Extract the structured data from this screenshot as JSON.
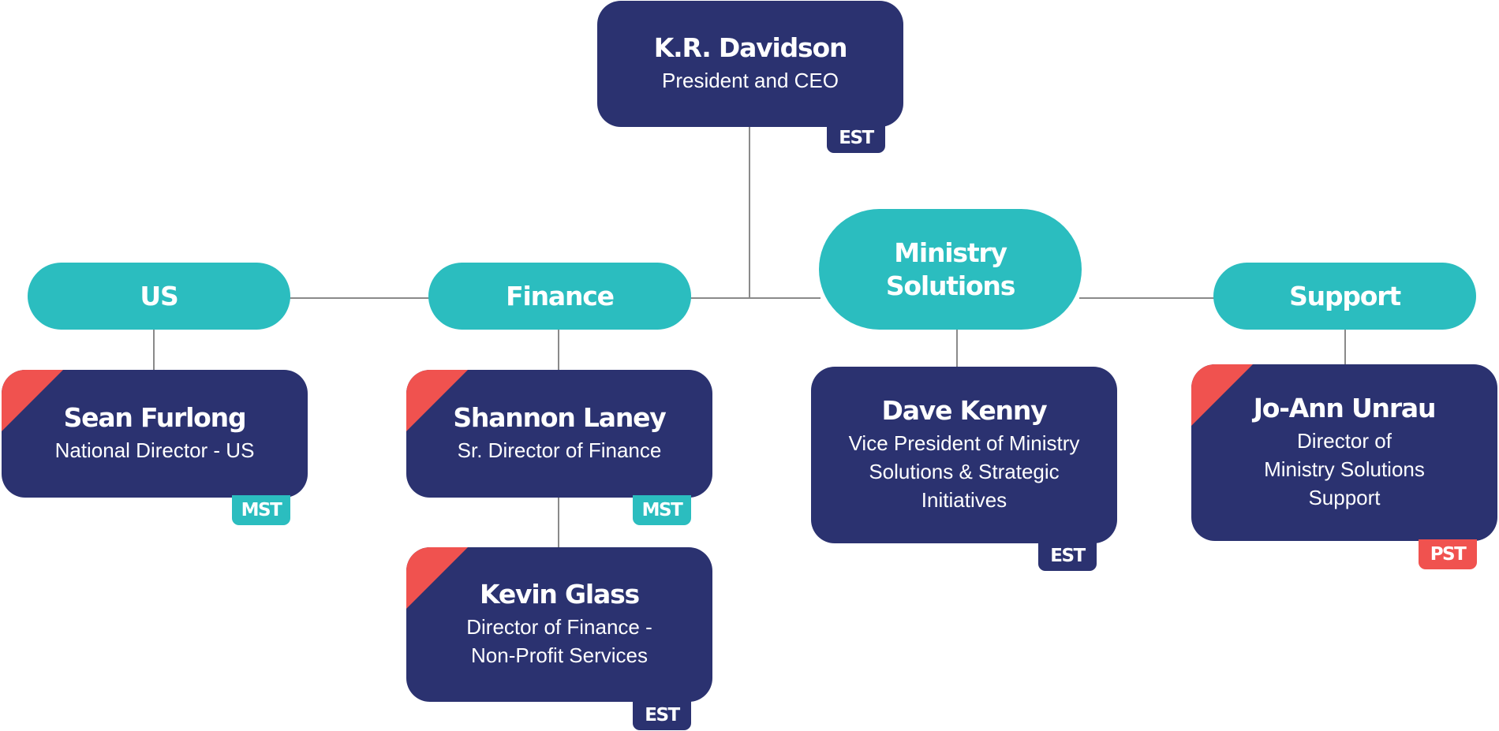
{
  "ceo": {
    "name": "K.R. Davidson",
    "role": "President and CEO",
    "tz": "EST"
  },
  "departments": {
    "us": "US",
    "finance": "Finance",
    "ministry": [
      "Ministry",
      "Solutions"
    ],
    "support": "Support"
  },
  "people": {
    "furlong": {
      "name": "Sean Furlong",
      "role": "National Director - US",
      "tz": "MST"
    },
    "laney": {
      "name": "Shannon Laney",
      "role": "Sr. Director of Finance",
      "tz": "MST"
    },
    "glass": {
      "name": "Kevin Glass",
      "role_lines": [
        "Director of Finance -",
        "Non-Profit Services"
      ],
      "tz": "EST"
    },
    "kenny": {
      "name": "Dave Kenny",
      "role_lines": [
        "Vice President of Ministry",
        "Solutions & Strategic",
        "Initiatives"
      ],
      "tz": "EST"
    },
    "unrau": {
      "name": "Jo-Ann Unrau",
      "role_lines": [
        "Director of",
        "Ministry Solutions",
        "Support"
      ],
      "tz": "PST"
    }
  },
  "colors": {
    "card_navy": "#2b3270",
    "department_teal": "#2bbdbf",
    "accent_coral": "#f0524f",
    "connector_gray": "#8a8a8a"
  }
}
